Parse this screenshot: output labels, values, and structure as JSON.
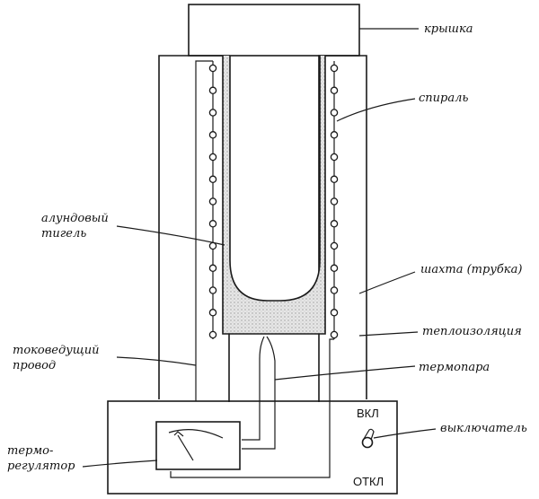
{
  "labels": {
    "lid": "крышка",
    "spiral": "спираль",
    "crucible_line1": "алундовый",
    "crucible_line2": "тигель",
    "shaft": "шахта (трубка)",
    "insulation": "теплоизоляция",
    "wire_line1": "токоведущий",
    "wire_line2": "провод",
    "thermocouple": "термопара",
    "switch": "выключатель",
    "regulator_line1": "термо-",
    "regulator_line2": "регулятор",
    "on": "ВКЛ",
    "off": "ОТКЛ"
  },
  "colors": {
    "line": "#1a1a1a",
    "powder": "#d9d9d9",
    "background": "#ffffff"
  },
  "spiral": {
    "bead_count": 13
  }
}
